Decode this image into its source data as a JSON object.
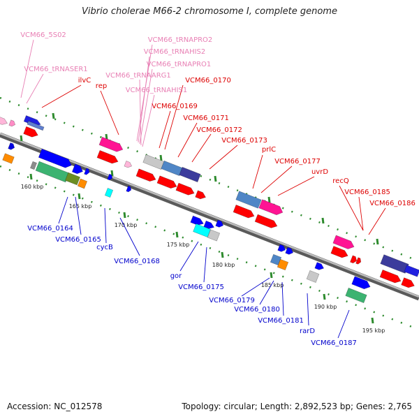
{
  "title": "Vibrio cholerae M66-2 chromosome I, complete genome",
  "footer": {
    "accession": "Accession: NC_012578",
    "topology": "Topology: circular; Length: 2,892,523 bp; Genes: 2,765"
  },
  "colors": {
    "backbone": "#8c8c8c",
    "rna_label": "#e87fb4",
    "top_label": "#dd0000",
    "bottom_label": "#0000cc",
    "tick": "#2e8b2e"
  },
  "scale": {
    "unit": "kbp",
    "ticks": [
      160,
      165,
      170,
      175,
      180,
      185,
      190,
      195
    ]
  },
  "rna_labels": [
    "VCM66_5S02",
    "VCM66_tRNASER1",
    "VCM66_tRNAPRO2",
    "VCM66_tRNAHIS2",
    "VCM66_tRNAPRO1",
    "VCM66_tRNAARG1",
    "VCM66_tRNAHIS1"
  ],
  "top_labels": [
    "ilvC",
    "rep",
    "VCM66_0170",
    "VCM66_0169",
    "VCM66_0171",
    "VCM66_0172",
    "VCM66_0173",
    "prlC",
    "VCM66_0177",
    "uvrD",
    "recQ",
    "VCM66_0185",
    "VCM66_0186"
  ],
  "bottom_labels": [
    "VCM66_0164",
    "VCM66_0165",
    "cycB",
    "VCM66_0168",
    "gor",
    "VCM66_0175",
    "VCM66_0179",
    "VCM66_0180",
    "VCM66_0181",
    "rarD",
    "VCM66_0187"
  ]
}
